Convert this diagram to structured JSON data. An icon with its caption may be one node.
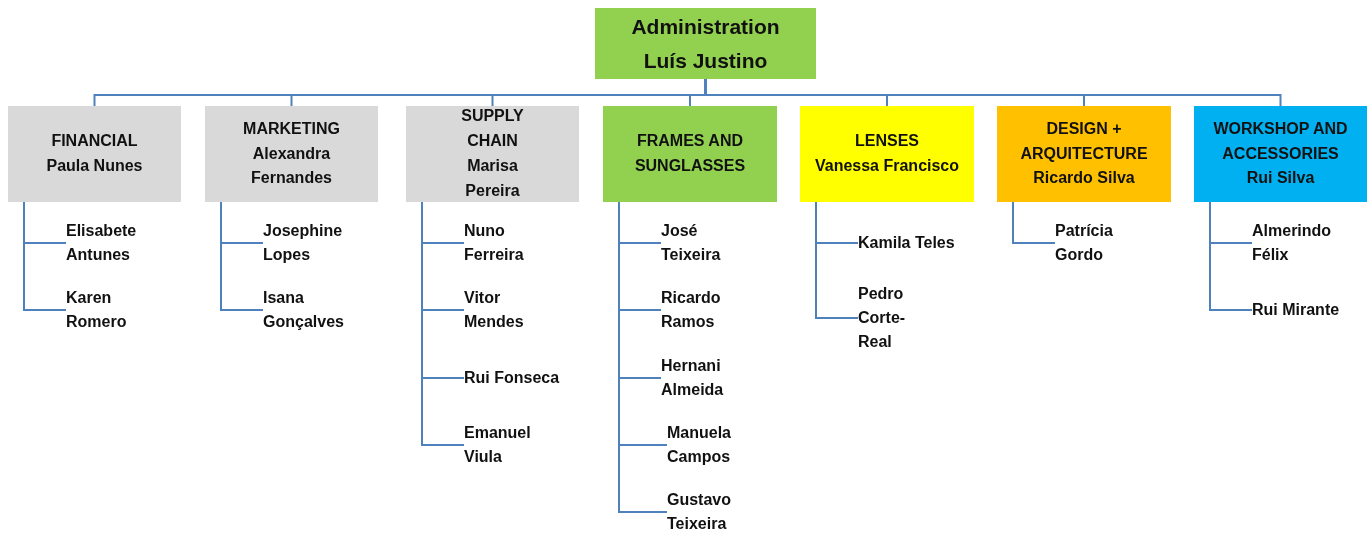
{
  "diagram": {
    "nodes": [
      {
        "text": [
          "Administration",
          "Luís Justino"
        ]
      },
      {
        "text": [
          "FINANCIAL",
          "Paula Nunes"
        ]
      },
      {
        "text": [
          "MARKETING",
          "Alexandra Fernandes"
        ]
      },
      {
        "text": [
          "SUPPLY CHAIN",
          "Marisa Pereira"
        ]
      },
      {
        "text": [
          "FRAMES AND SUNGLASSES"
        ]
      },
      {
        "text": [
          "LENSES",
          "Vanessa Francisco"
        ]
      },
      {
        "text": [
          "DESIGN + ARQUITECTURE",
          "Ricardo Silva"
        ]
      },
      {
        "text": [
          "WORKSHOP AND ACCESSORIES",
          "Rui Silva"
        ]
      },
      {
        "text": [
          "Elisabete Antunes"
        ]
      },
      {
        "text": [
          "Karen Romero"
        ]
      },
      {
        "text": [
          "Josephine Lopes"
        ]
      },
      {
        "text": [
          "Isana Gonçalves"
        ]
      },
      {
        "text": [
          "Nuno Ferreira"
        ]
      },
      {
        "text": [
          "Vitor Mendes"
        ]
      },
      {
        "text": [
          "Rui Fonseca"
        ]
      },
      {
        "text": [
          "Emanuel Viula"
        ]
      },
      {
        "text": [
          "José Teixeira"
        ]
      },
      {
        "text": [
          "Ricardo Ramos"
        ]
      },
      {
        "text": [
          "Hernani Almeida"
        ]
      },
      {
        "text": [
          "Manuela Campos"
        ]
      },
      {
        "text": [
          "Gustavo Teixeira"
        ]
      },
      {
        "text": [
          "Kamila Teles"
        ]
      },
      {
        "text": [
          "Pedro Corte-Real"
        ]
      },
      {
        "text": [
          "Patrícia Gordo"
        ]
      },
      {
        "text": [
          "Almerindo Félix"
        ]
      },
      {
        "text": [
          "Rui Mirante"
        ]
      }
    ],
    "edges": [
      {
        "from": 0,
        "to": 1,
        "arrow": "none"
      },
      {
        "from": 0,
        "to": 2,
        "arrow": "none"
      },
      {
        "from": 0,
        "to": 3,
        "arrow": "none"
      },
      {
        "from": 0,
        "to": 4,
        "arrow": "none"
      },
      {
        "from": 0,
        "to": 5,
        "arrow": "none"
      },
      {
        "from": 0,
        "to": 6,
        "arrow": "none"
      },
      {
        "from": 0,
        "to": 7,
        "arrow": "none"
      },
      {
        "from": 1,
        "to": 8,
        "arrow": "none"
      },
      {
        "from": 1,
        "to": 9,
        "arrow": "none"
      },
      {
        "from": 2,
        "to": 10,
        "arrow": "none"
      },
      {
        "from": 2,
        "to": 11,
        "arrow": "none"
      },
      {
        "from": 3,
        "to": 12,
        "arrow": "none"
      },
      {
        "from": 3,
        "to": 13,
        "arrow": "none"
      },
      {
        "from": 3,
        "to": 14,
        "arrow": "none"
      },
      {
        "from": 3,
        "to": 15,
        "arrow": "none"
      },
      {
        "from": 4,
        "to": 16,
        "arrow": "none"
      },
      {
        "from": 4,
        "to": 17,
        "arrow": "none"
      },
      {
        "from": 4,
        "to": 18,
        "arrow": "none"
      },
      {
        "from": 4,
        "to": 19,
        "arrow": "none"
      },
      {
        "from": 4,
        "to": 20,
        "arrow": "none"
      },
      {
        "from": 5,
        "to": 21,
        "arrow": "none"
      },
      {
        "from": 5,
        "to": 22,
        "arrow": "none"
      },
      {
        "from": 6,
        "to": 23,
        "arrow": "none"
      },
      {
        "from": 7,
        "to": 24,
        "arrow": "none"
      },
      {
        "from": 7,
        "to": 25,
        "arrow": "none"
      }
    ]
  }
}
